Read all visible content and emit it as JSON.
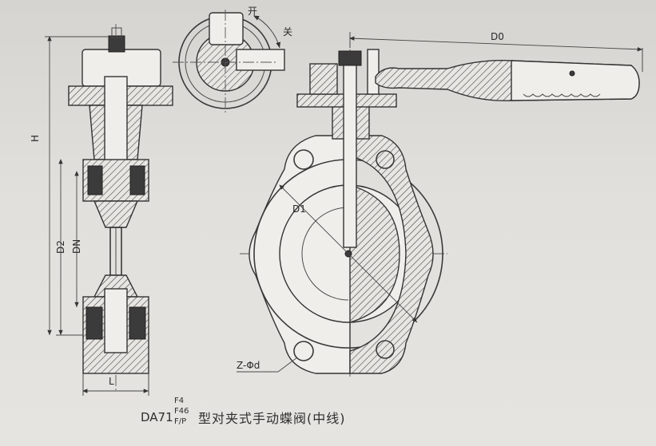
{
  "labels": {
    "H": "H",
    "D2": "D2",
    "DN": "DN",
    "L": "L",
    "D1": "D1",
    "D0": "D0",
    "bolt": "Z-Φd",
    "open": "开",
    "close": "关"
  },
  "caption": {
    "prefix": "DA71",
    "stack_top": "F4",
    "stack_mid": "F46",
    "stack_bot": "F/P",
    "title": "型对夹式手动蝶阀(中线)"
  }
}
